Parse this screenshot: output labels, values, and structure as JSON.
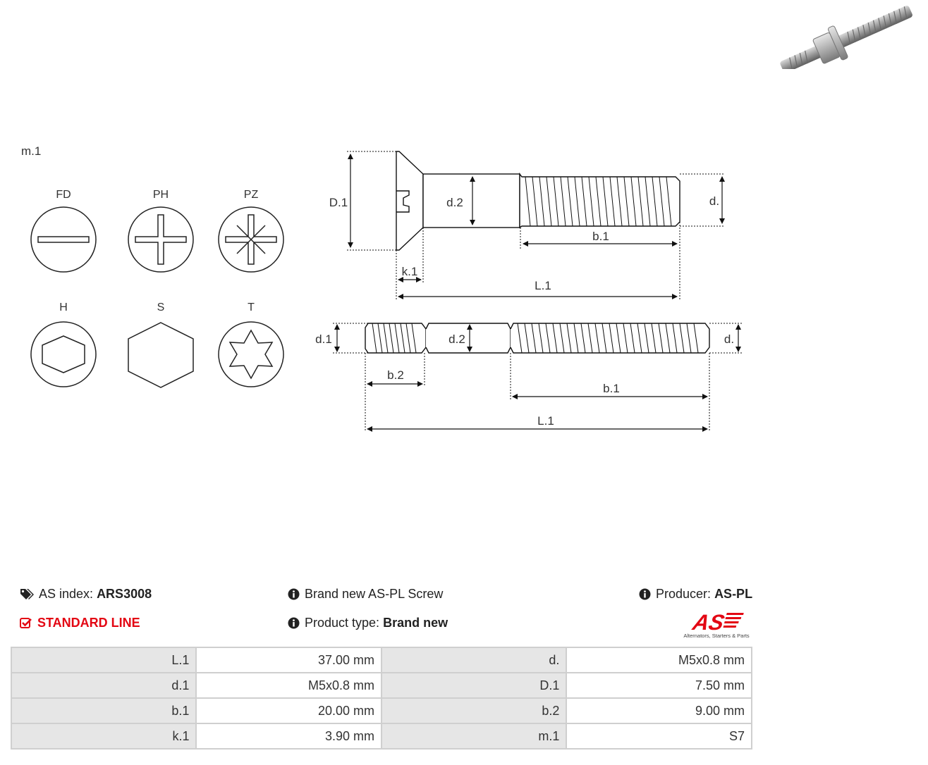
{
  "drive_types": {
    "title": "m.1",
    "types": [
      "FD",
      "PH",
      "PZ",
      "H",
      "S",
      "T"
    ]
  },
  "diagram": {
    "top": {
      "D1": "D.1",
      "d2": "d.2",
      "d": "d.",
      "b1": "b.1",
      "k1": "k.1",
      "L1": "L.1"
    },
    "bottom": {
      "d1": "d.1",
      "d2": "d.2",
      "d": "d.",
      "b2": "b.2",
      "b1": "b.1",
      "L1": "L.1"
    }
  },
  "info": {
    "as_index_label": "AS index:",
    "as_index_value": "ARS3008",
    "description": "Brand new AS-PL Screw",
    "producer_label": "Producer:",
    "producer_value": "AS-PL",
    "line": "STANDARD LINE",
    "product_type_label": "Product type:",
    "product_type_value": "Brand new",
    "logo_text": "AS",
    "logo_tagline": "Alternators, Starters & Parts"
  },
  "specs": [
    [
      "L.1",
      "37.00 mm",
      "d.",
      "M5x0.8 mm"
    ],
    [
      "d.1",
      "M5x0.8 mm",
      "D.1",
      "7.50 mm"
    ],
    [
      "b.1",
      "20.00 mm",
      "b.2",
      "9.00 mm"
    ],
    [
      "k.1",
      "3.90 mm",
      "m.1",
      "S7"
    ]
  ],
  "colors": {
    "accent": "#e30613",
    "table_label_bg": "#e6e6e6",
    "table_border": "#cfcfcf"
  }
}
